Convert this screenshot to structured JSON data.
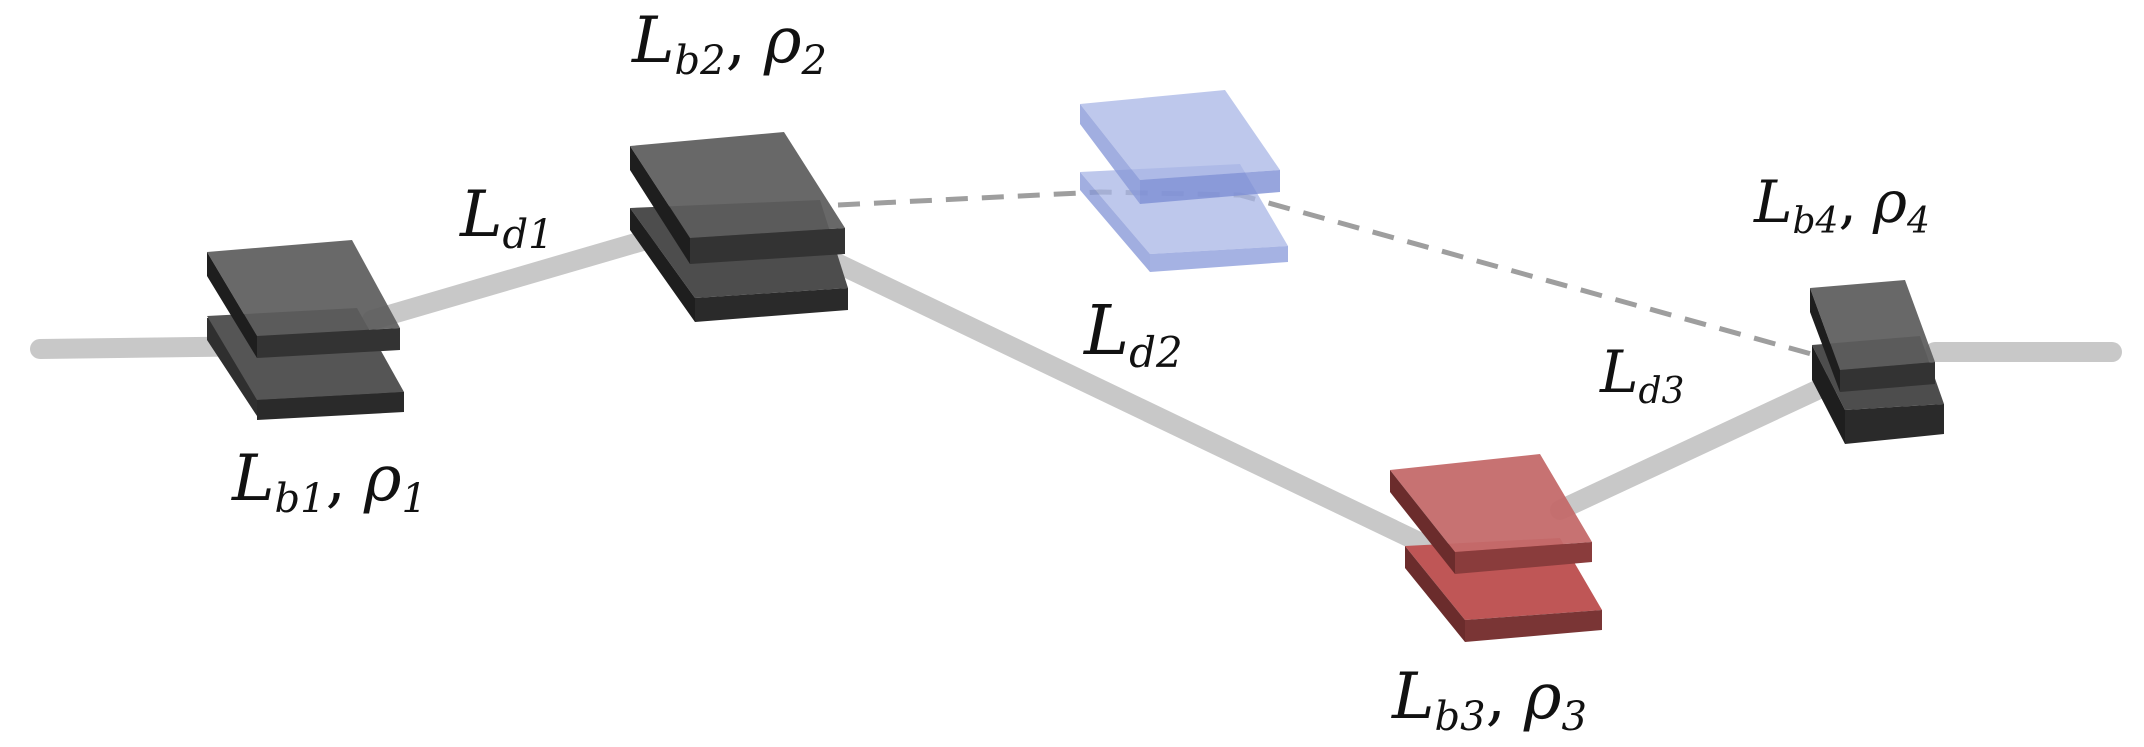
{
  "colors": {
    "beam": "#c8c8c8",
    "dashed": "#9e9e9e",
    "magnet_dark_top": "#5c5c5c",
    "magnet_dark_side": "#2f2f2f",
    "magnet_red_top": "#c46a6a",
    "magnet_red_side": "#7a3535",
    "magnet_blue_top": "#a8b6e6",
    "magnet_blue_side": "#8e9fdc"
  },
  "labels": {
    "b1": {
      "main": "L",
      "sub": "b1",
      "sep": ",",
      "rho": "ρ",
      "rho_sub": "1"
    },
    "b2": {
      "main": "L",
      "sub": "b2",
      "sep": ",",
      "rho": "ρ",
      "rho_sub": "2"
    },
    "b3": {
      "main": "L",
      "sub": "b3",
      "sep": ",",
      "rho": "ρ",
      "rho_sub": "3"
    },
    "b4": {
      "main": "L",
      "sub": "b4",
      "sep": ",",
      "rho": "ρ",
      "rho_sub": "4"
    },
    "d1": {
      "main": "L",
      "sub": "d1"
    },
    "d2": {
      "main": "L",
      "sub": "d2"
    },
    "d3": {
      "main": "L",
      "sub": "d3"
    }
  }
}
